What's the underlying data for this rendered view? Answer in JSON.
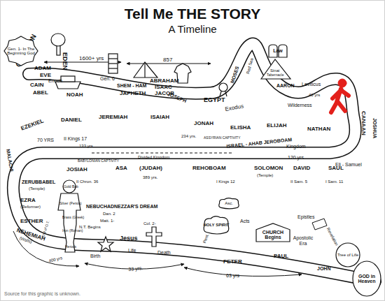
{
  "diagram": {
    "title": "Tell Me THE STORY",
    "caption": "Source for this graphic is unknown.",
    "nodes": [
      {
        "text": [
          "Gen. 1- In The Beginning God"
        ]
      },
      {
        "text": [
          "Law"
        ]
      },
      {
        "text": [
          "Asc."
        ]
      },
      {
        "text": [
          "HOLY SPIRIT"
        ]
      },
      {
        "text": [
          "CHURCH Begins"
        ]
      },
      {
        "text": [
          "Tree of Life"
        ]
      },
      {
        "text": [
          "GOD in Heaven"
        ]
      }
    ],
    "labels": [
      "A Timeline",
      "CREATION",
      "EDEN",
      "1600+ yrs",
      "857",
      "ADAM",
      "EVE",
      "CAIN",
      "ABEL",
      "Enoch",
      "NOAH",
      "Gen. 6",
      "SHEM - HAM",
      "JAPHETH",
      "ABRAHAM",
      "ISAAC",
      "JACOB",
      "JOSEPH",
      "EGYPT",
      "MOSES",
      "Exodus",
      "Red Sea",
      "Sinai",
      "Tabernacle",
      "AARON",
      "Leviticus",
      "40 yrs",
      "Wilderness",
      "CANAAN",
      "JOSHUA",
      "Eli - Samuel",
      "EZEKIEL",
      "DANIEL",
      "JEREMIAH",
      "ISAIAH",
      "JONAH",
      "ELISHA",
      "ELIJAH",
      "NATHAN",
      "II Kings 17",
      "70 YRS",
      "133 yrs",
      "BABYLONIAN CAPTIVITY",
      "234 yrs.",
      "ASSYRIAN CAPTIVITY",
      "ISRAEL - AHAB JEROBOAM",
      "Divided Kingdom",
      "Kingdom",
      "120 yrs",
      "MALACHI",
      "JOSIAH",
      "ASA",
      "(JUDAH)",
      "REHOBOAM",
      "SOLOMON",
      "DAVID",
      "SAUL",
      "(Temple)",
      "389 yrs.",
      "II Chron. 36",
      "I Kings 12",
      "II Sam. 5",
      "I Sam. 11",
      "ZERUBBABEL",
      "(Temple)",
      "EZRA",
      "(Reformer)",
      "ESTHER",
      "NEHEMIAH",
      "(Walls)",
      "End of O.T.",
      "400 yrs",
      "Gold Bab",
      "Silver (Persia)",
      "Brass (Greek)",
      "Iron (Roman)",
      "Herods",
      "NEBUCHADNEZZAR'S DREAM",
      "Dan. 2",
      "Matt. 1-",
      "N.T. Begins",
      "Birth",
      "Jesus",
      "Life",
      "Col. 2-",
      "Death",
      "Pent.",
      "Acts",
      "PETER",
      "Epistles",
      "PAUL",
      "Apostolic Era",
      "33 yrs.",
      "63 yrs",
      "JOHN",
      "Revelation"
    ]
  }
}
